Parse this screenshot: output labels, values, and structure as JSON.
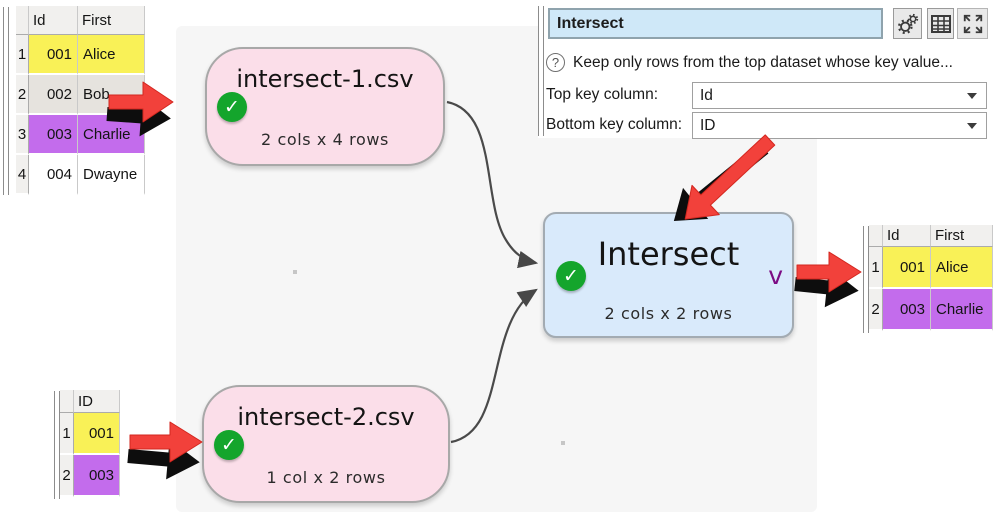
{
  "panel": {
    "title": "Intersect",
    "help_text": "Keep only rows from the top dataset whose key value...",
    "fields": [
      {
        "label": "Top key column:",
        "value": "Id"
      },
      {
        "label": "Bottom key column:",
        "value": "ID"
      }
    ]
  },
  "nodes": {
    "input1": {
      "title": "intersect-1.csv",
      "subtitle": "2 cols x 4 rows"
    },
    "input2": {
      "title": "intersect-2.csv",
      "subtitle": "1 col x 2 rows"
    },
    "intersect": {
      "title": "Intersect",
      "subtitle": "2 cols x 2 rows",
      "chevron": "v"
    }
  },
  "tables": {
    "left": {
      "headers": [
        "Id",
        "First"
      ],
      "rows": [
        [
          "1",
          "001",
          "Alice"
        ],
        [
          "2",
          "002",
          "Bob"
        ],
        [
          "3",
          "003",
          "Charlie"
        ],
        [
          "4",
          "004",
          "Dwayne"
        ]
      ]
    },
    "bottom": {
      "headers": [
        "ID"
      ],
      "rows": [
        [
          "1",
          "001"
        ],
        [
          "2",
          "003"
        ]
      ]
    },
    "result": {
      "headers": [
        "Id",
        "First"
      ],
      "rows": [
        [
          "1",
          "001",
          "Alice"
        ],
        [
          "2",
          "003",
          "Charlie"
        ]
      ]
    }
  },
  "icons": {
    "check": "✓",
    "help": "?",
    "settings": "gears-icon",
    "table": "grid-icon",
    "expand": "arrows-out-icon",
    "caret": "▼"
  },
  "colors": {
    "highlight_yellow": "#f9f157",
    "highlight_purple": "#c36cec",
    "row_gray": "#e6e3de",
    "node_pink": "#fbdee9",
    "node_blue": "#d9eafb",
    "check_green": "#14a52c",
    "arrow_red": "#f2413b",
    "chevron_purple": "#7c0c84",
    "panel_field_blue": "#cfe8f8",
    "canvas_gray": "#f6f6f6"
  }
}
